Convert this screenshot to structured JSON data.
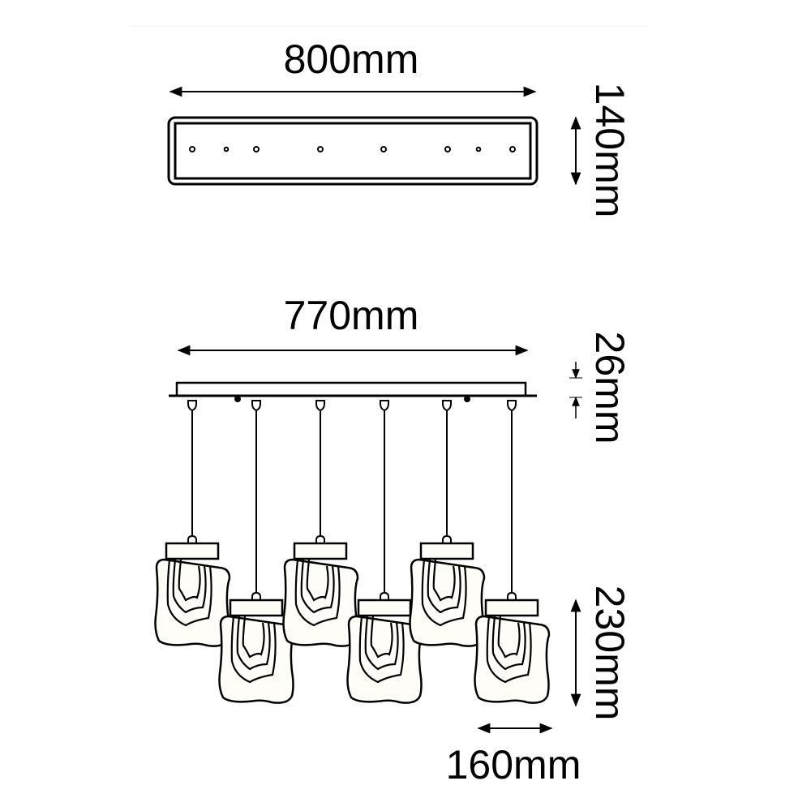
{
  "dimensions": {
    "plate_width": "800mm",
    "plate_depth": "140mm",
    "canopy_width": "770mm",
    "canopy_height": "26mm",
    "shade_height": "230mm",
    "shade_width": "160mm"
  },
  "colors": {
    "line": "#000000",
    "fill": "#fffdf8",
    "background": "#ffffff"
  }
}
